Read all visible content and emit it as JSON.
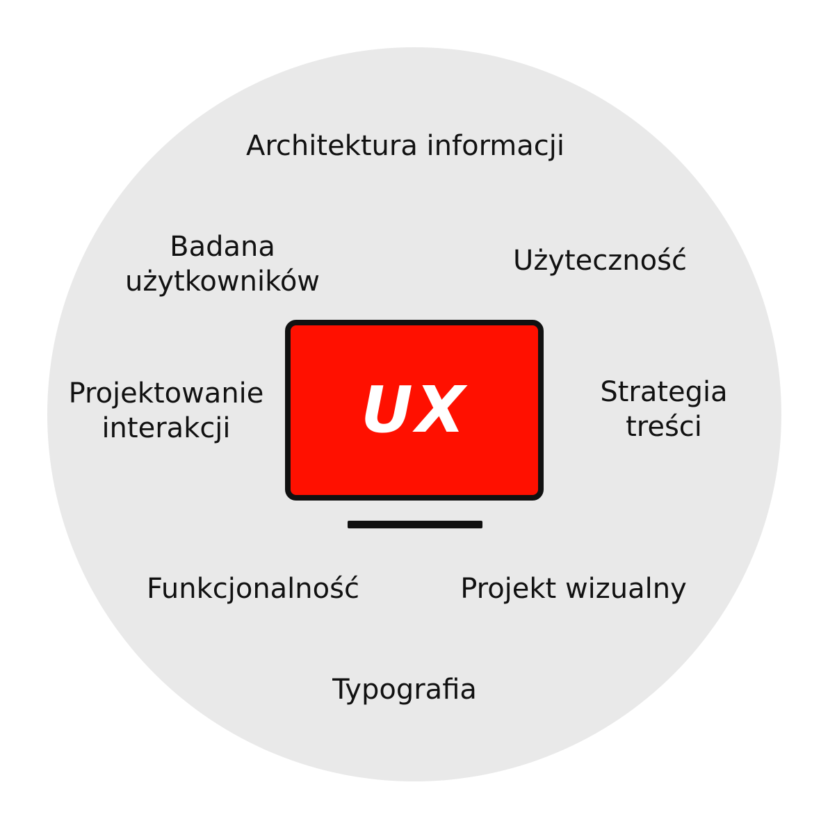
{
  "diagram": {
    "center_label": "UX",
    "colors": {
      "background_circle": "#e9e9e9",
      "screen": "#ff1000",
      "frame": "#111111",
      "center_text": "#ffffff",
      "label_text": "#111111"
    },
    "labels": {
      "architecture": "Architektura informacji",
      "research_line1": "Badana",
      "research_line2": "użytkowników",
      "usability": "Użyteczność",
      "interaction_line1": "Projektowanie",
      "interaction_line2": "interakcji",
      "content_line1": "Strategia",
      "content_line2": "treści",
      "functionality": "Funkcjonalność",
      "visual": "Projekt wizualny",
      "typography": "Typografia"
    }
  }
}
